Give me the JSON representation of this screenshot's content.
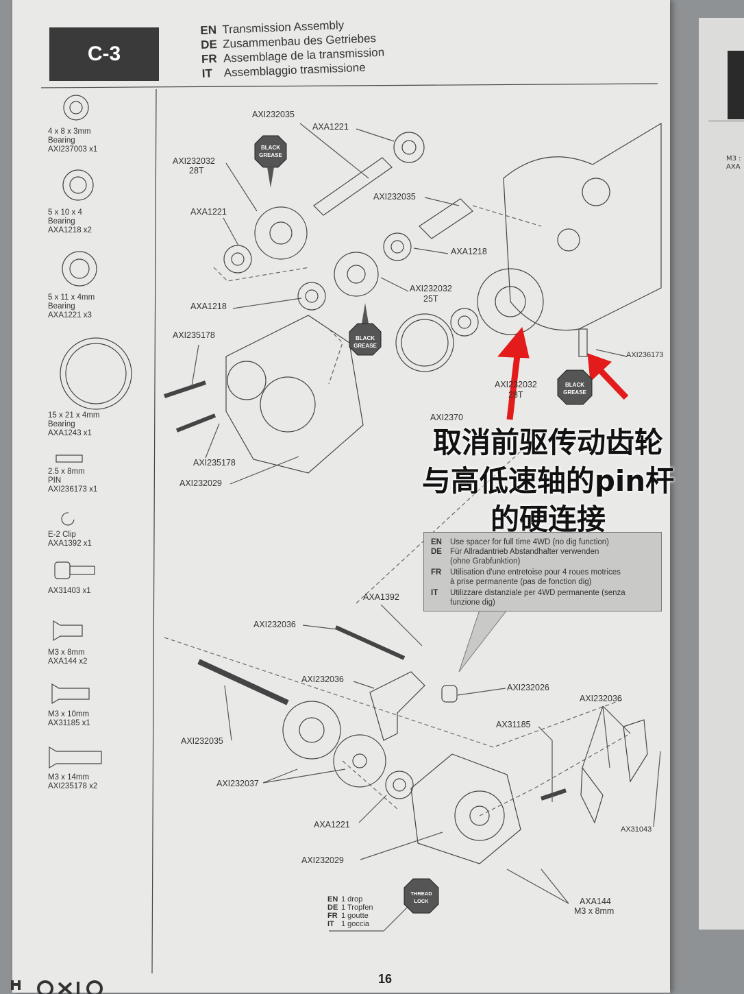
{
  "step": {
    "code": "C-3"
  },
  "titles": [
    {
      "lang": "EN",
      "text": "Transmission Assembly"
    },
    {
      "lang": "DE",
      "text": "Zusammenbau des Getriebes"
    },
    {
      "lang": "FR",
      "text": "Assemblage de la transmission"
    },
    {
      "lang": "IT",
      "text": "Assemblaggio trasmissione"
    }
  ],
  "parts": [
    {
      "lines": [
        "4 x 8 x 3mm",
        "Bearing",
        "AXI237003 x1"
      ]
    },
    {
      "lines": [
        "5 x 10 x 4",
        "Bearing",
        "AXA1218 x2"
      ]
    },
    {
      "lines": [
        "5 x 11 x 4mm",
        "Bearing",
        "AXA1221 x3"
      ]
    },
    {
      "lines": [
        "15 x 21 x 4mm",
        "Bearing",
        "AXA1243 x1"
      ]
    },
    {
      "lines": [
        "2.5 x 8mm",
        "PIN",
        "AXI236173 x1"
      ]
    },
    {
      "lines": [
        "E-2 Clip",
        "AXA1392 x1"
      ]
    },
    {
      "lines": [
        "AX31403 x1"
      ]
    },
    {
      "lines": [
        "M3 x 8mm",
        "AXA144 x2"
      ]
    },
    {
      "lines": [
        "M3 x 10mm",
        "AX31185 x1"
      ]
    },
    {
      "lines": [
        "M3 x 14mm",
        "AXI235178 x2"
      ]
    }
  ],
  "labels": {
    "l1": "AXI232035",
    "l2": "AXA1221",
    "l3": "AXI232032",
    "l3b": "28T",
    "l4": "AXI232035",
    "l5": "AXA1221",
    "l6": "AXA1218",
    "l7": "AXA1218",
    "l8": "AXI232032",
    "l8b": "25T",
    "l9": "AXI235178",
    "l10": "AXI236173",
    "l11": "AXI232032",
    "l11b": "28T",
    "l12": "AXI2370",
    "l13": "AXI235178",
    "l14": "AXI232029",
    "l15": "AXA1392",
    "l16": "AXI232036",
    "l17": "AXI232036",
    "l18": "AXI232026",
    "l19": "AXI232036",
    "l20": "AXI232035",
    "l21": "AX31185",
    "l22": "AXI232037",
    "l23": "AXA1221",
    "l24": "AX31043",
    "l25": "AXI232029",
    "l26": "AXA144",
    "l26b": "M3 x 8mm"
  },
  "grease_badge": {
    "line1": "BLACK",
    "line2": "GREASE"
  },
  "thread_badge": {
    "line1": "THREAD",
    "line2": "LOCK"
  },
  "annotation": {
    "line1": "取消前驱传动齿轮",
    "line2": "与高低速轴的pin杆",
    "line3": "的硬连接"
  },
  "note": [
    {
      "lang": "EN",
      "text": "Use spacer for full time 4WD (no dig function)"
    },
    {
      "lang": "DE",
      "text": "Für Allradantrieb Abstandhalter verwenden"
    },
    {
      "lang": "",
      "text": "(ohne Grabfunktion)"
    },
    {
      "lang": "FR",
      "text": "Utilisation d'une entretoise pour 4 roues motrices"
    },
    {
      "lang": "",
      "text": "à prise permanente (pas de fonction dig)"
    },
    {
      "lang": "IT",
      "text": "Utilizzare distanziale per 4WD permanente (senza"
    },
    {
      "lang": "",
      "text": "funzione dig)"
    }
  ],
  "threadlock_note": [
    {
      "lang": "EN",
      "text": "1 drop"
    },
    {
      "lang": "DE",
      "text": "1 Tropfen"
    },
    {
      "lang": "FR",
      "text": "1 goutte"
    },
    {
      "lang": "IT",
      "text": "1 goccia"
    }
  ],
  "page_number": "16",
  "right_page": {
    "line1": "M3 :",
    "line2": "AXA"
  },
  "colors": {
    "arrow": "#e31b1b",
    "page": "#e9e9e7",
    "step_box": "#3a3a3a"
  }
}
